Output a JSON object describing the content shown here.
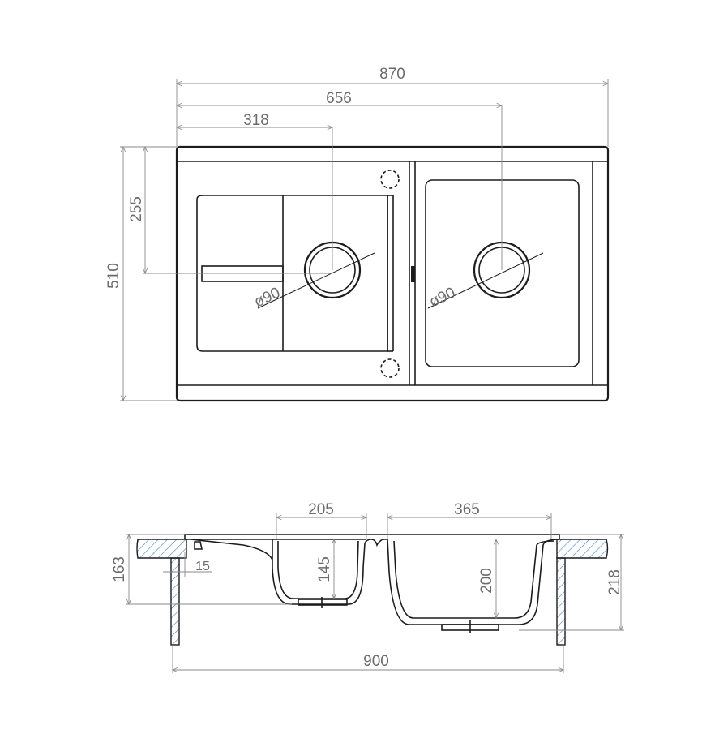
{
  "top_view": {
    "overall_width": "870",
    "center_right": "656",
    "center_left": "318",
    "offset_depth": "255",
    "overall_depth": "510",
    "drain_left": "ø90",
    "drain_right": "ø90"
  },
  "section_view": {
    "small_bowl_width": "205",
    "large_bowl_width": "365",
    "height_left": "163",
    "lip": "15",
    "small_bowl_depth": "145",
    "large_bowl_depth": "200",
    "height_right": "218",
    "cutout_width": "900"
  },
  "colors": {
    "line": "#1c1c1c",
    "dimension": "#6b6b6b",
    "hatch": "#3f7ec2"
  }
}
